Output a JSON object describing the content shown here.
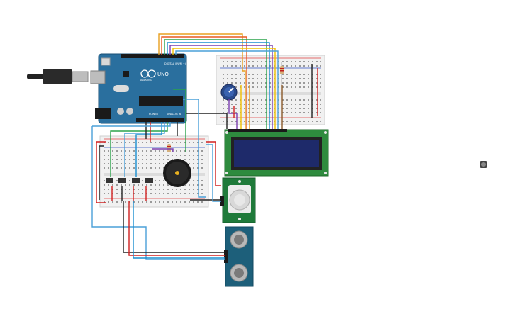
{
  "canvas": {
    "background": "#ffffff"
  },
  "arduino": {
    "model_label": "UNO",
    "brand_label": "ARDUINO",
    "digital_label": "DIGITAL (PWM ~)",
    "power_label": "POWER",
    "analog_label": "ANALOG IN",
    "board_color": "#2a6f9e"
  },
  "lcd": {
    "screen_color": "#1e2a6a",
    "pcb_color": "#2e8b3e"
  },
  "pir_sensor": {
    "pcb_color": "#1f7a3a",
    "dome_color": "#d8d8d8"
  },
  "ultrasonic_sensor": {
    "pcb_color": "#1d5f7a"
  },
  "breadboards": {
    "top_right": "breadboard",
    "bottom_left": "breadboard",
    "color": "#f1f1f1"
  },
  "wire_colors": [
    "#e8a020",
    "#e85a20",
    "#f0c000",
    "#2aa34a",
    "#1a8fd0",
    "#7a3fb0",
    "#d02020",
    "#222222",
    "#4aa0d8",
    "#8b5a2b"
  ],
  "icons": {
    "usb": "usb-plug-icon",
    "potentiometer": "potentiometer-knob-icon",
    "buzzer": "piezo-buzzer-icon",
    "pushbutton": "pushbutton-icon"
  }
}
